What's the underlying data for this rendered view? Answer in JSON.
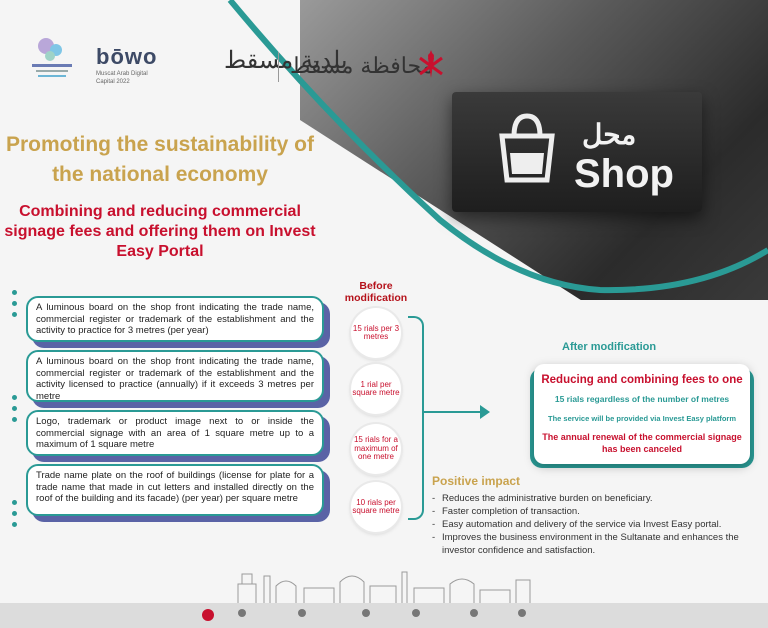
{
  "header": {
    "bowo_logo": "bōwo",
    "bowo_subtitle": "Muscat Arab Digital Capital 2022",
    "muscat_logo_ar": "بلدية مسقط",
    "governorate_ar": "محافظة مسقط"
  },
  "sign": {
    "arabic": "محل",
    "english": "Shop"
  },
  "titles": {
    "main": "Promoting the sustainability of the national economy",
    "sub": "Combining and reducing commercial signage fees and offering them on Invest Easy Portal"
  },
  "before_label": "Before modification",
  "items": [
    {
      "text": "A luminous board on the shop front indicating the trade name, commercial register or trademark of the establishment and the activity to practice for 3 metres (per year)",
      "fee": "15 rials per 3 metres"
    },
    {
      "text": "A luminous board on the shop front indicating the trade name, commercial register or trademark of the establishment and the activity licensed to practice (annually) if it exceeds 3 metres per metre",
      "fee": "1 rial per square metre"
    },
    {
      "text": "Logo, trademark or product image next to or inside the commercial signage with an area of 1 square metre up to a maximum of 1 square metre",
      "fee": "15 rials for a maximum of one metre"
    },
    {
      "text": "Trade name plate on the roof of buildings (license for plate for a trade name that made  in cut letters and installed directly on the roof of the building and its facade) (per year) per square metre",
      "fee": "10 rials per square metre"
    }
  ],
  "after": {
    "label_prefix": "After",
    "label_suffix": "modification",
    "line1": "Reducing and combining fees to one",
    "line2": "15 rials regardless of the number of metres",
    "line3": "The service will be provided via Invest Easy platform",
    "line4": "The annual renewal of the commercial signage has been canceled"
  },
  "positive_impact": {
    "title": "Positive impact",
    "items": [
      "Reduces  the administrative burden on beneficiary.",
      "Faster completion of transaction.",
      "Easy automation and delivery of the service via Invest Easy portal.",
      "Improves the business environment in the Sultanate and enhances the investor confidence and satisfaction."
    ]
  },
  "colors": {
    "teal": "#2a9a95",
    "gold": "#c9a34e",
    "red": "#c8102e",
    "purple": "#5a63a6"
  }
}
